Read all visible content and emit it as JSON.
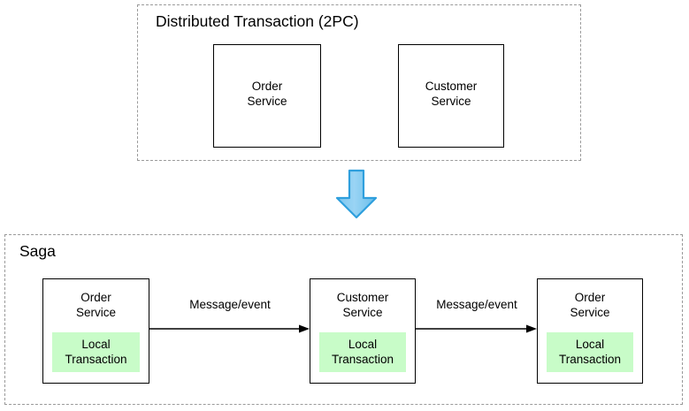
{
  "diagram": {
    "title_2pc": "Distributed Transaction (2PC)",
    "title_saga": "Saga",
    "colors": {
      "local_transaction_fill": "#c8fcc8",
      "group_border": "#9a9a9a",
      "box_border": "#000000",
      "arrow_fill": "#8ecdf0",
      "arrow_stroke": "#2f9fdd",
      "background": "#ffffff"
    },
    "two_pc": {
      "boxes": [
        {
          "name": "Order\nService"
        },
        {
          "name": "Customer\nService"
        }
      ]
    },
    "transition_arrow": {
      "icon": "down-arrow-icon",
      "direction": "down"
    },
    "saga": {
      "boxes": [
        {
          "name": "Order\nService",
          "local_transaction": "Local\nTransaction"
        },
        {
          "name": "Customer\nService",
          "local_transaction": "Local\nTransaction"
        },
        {
          "name": "Order\nService",
          "local_transaction": "Local\nTransaction"
        }
      ],
      "connections": [
        {
          "label": "Message/event",
          "icon": "arrow-right-icon"
        },
        {
          "label": "Message/event",
          "icon": "arrow-right-icon"
        }
      ]
    }
  }
}
